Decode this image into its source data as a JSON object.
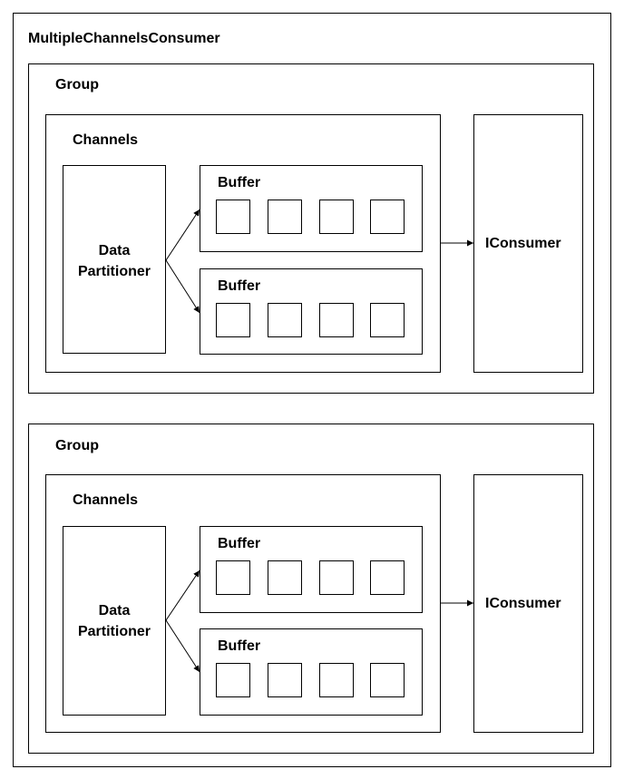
{
  "outer": {
    "title": "MultipleChannelsConsumer"
  },
  "groups": [
    {
      "label": "Group",
      "channels_label": "Channels",
      "partitioner_line1": "Data",
      "partitioner_line2": "Partitioner",
      "buffers": [
        {
          "label": "Buffer",
          "cells": 4
        },
        {
          "label": "Buffer",
          "cells": 4
        }
      ],
      "consumer_label": "IConsumer"
    },
    {
      "label": "Group",
      "channels_label": "Channels",
      "partitioner_line1": "Data",
      "partitioner_line2": "Partitioner",
      "buffers": [
        {
          "label": "Buffer",
          "cells": 4
        },
        {
          "label": "Buffer",
          "cells": 4
        }
      ],
      "consumer_label": "IConsumer"
    }
  ]
}
